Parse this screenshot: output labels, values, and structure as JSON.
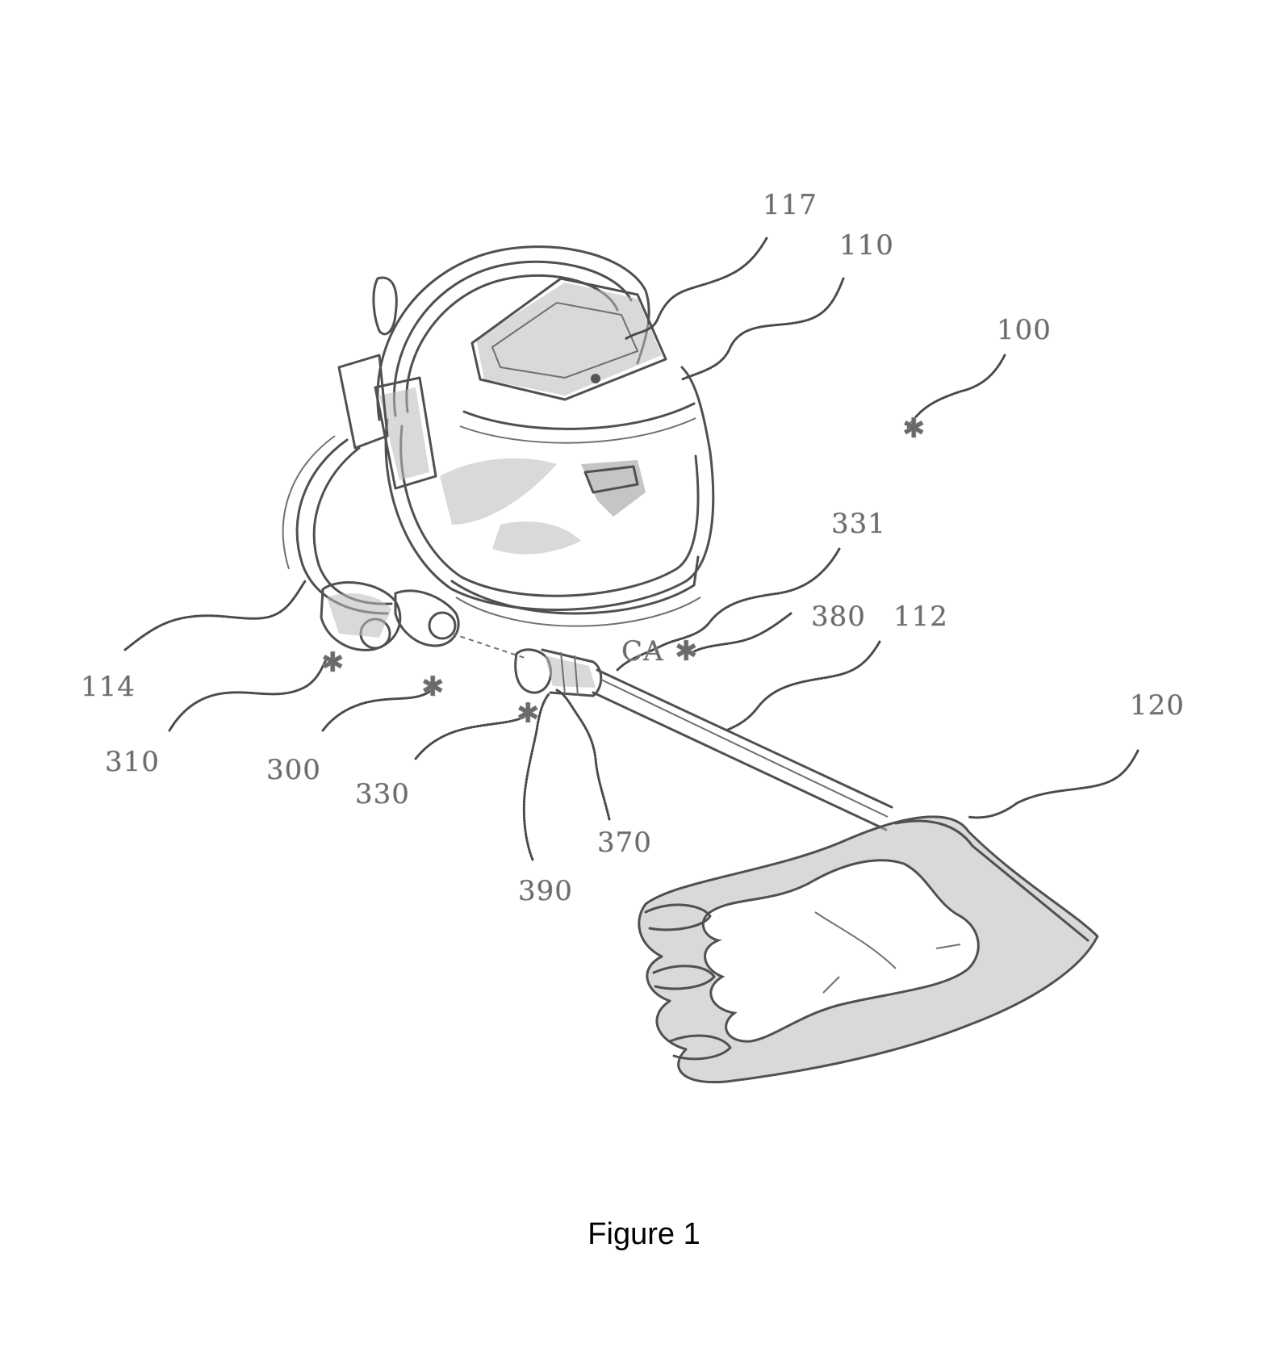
{
  "figure": {
    "caption": "Figure 1",
    "labels": {
      "ref_117": "117",
      "ref_110": "110",
      "ref_100": "100",
      "ref_331": "331",
      "ref_380": "380",
      "ref_112": "112",
      "ref_120": "120",
      "ref_114": "114",
      "ref_310": "310",
      "ref_300": "300",
      "ref_330": "330",
      "ref_370": "370",
      "ref_390": "390",
      "ref_ca": "CA"
    }
  }
}
